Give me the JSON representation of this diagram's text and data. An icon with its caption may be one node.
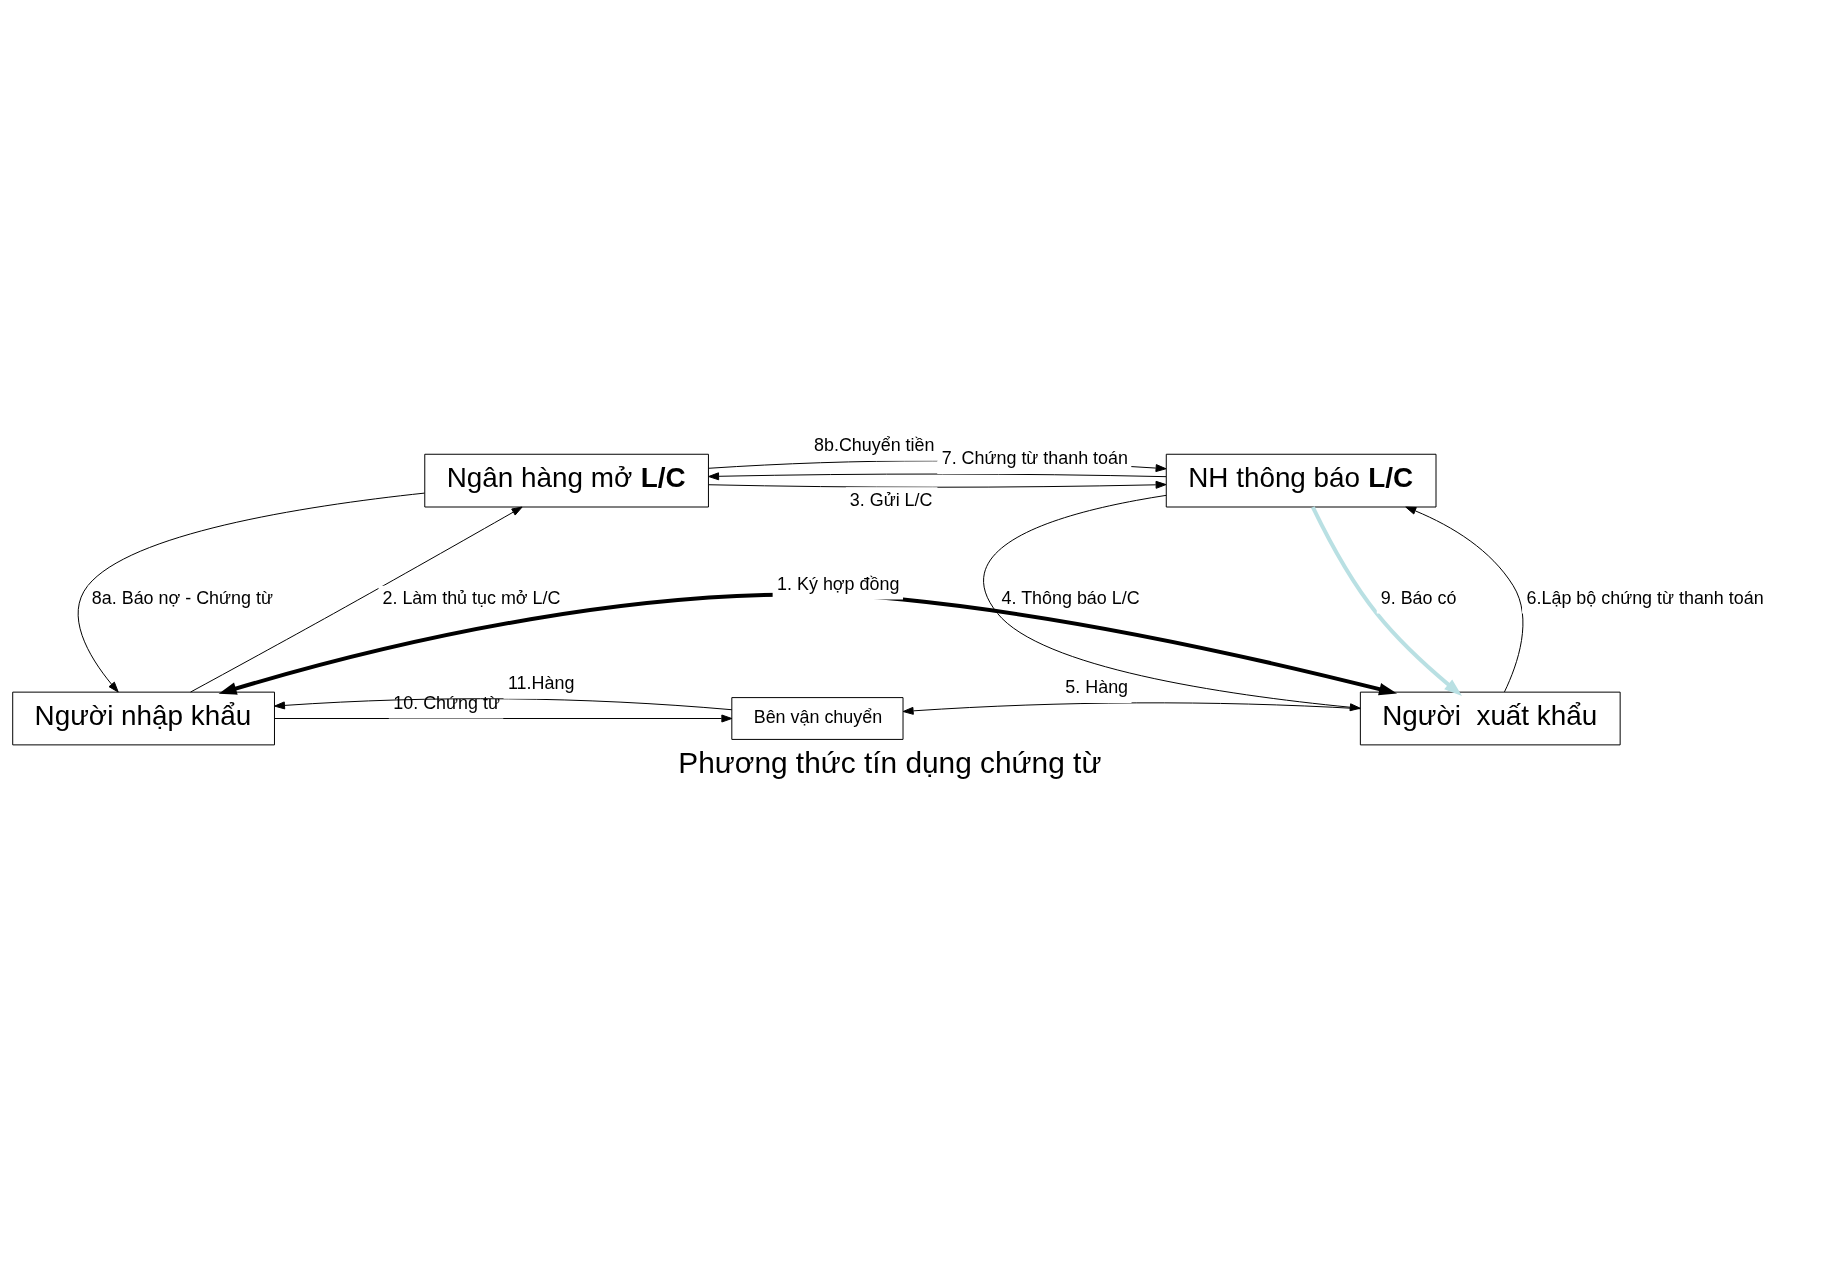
{
  "diagram": {
    "title": "Phương thức tín dụng chứng từ",
    "nodes": [
      {
        "text": [
          "Ngân hàng mở **L/C**"
        ]
      },
      {
        "text": [
          "NH thông báo **L/C**"
        ]
      },
      {
        "text": [
          "Người nhập khẩu"
        ]
      },
      {
        "text": [
          "Bên vận chuyển"
        ]
      },
      {
        "text": [
          "Người  xuất khẩu"
        ]
      }
    ],
    "edges": [
      {
        "from": 0,
        "to": 1,
        "arrow": "to",
        "label": "3. Gửi L/C"
      },
      {
        "from": 1,
        "to": 0,
        "arrow": "to",
        "label": "7. Chứng từ thanh toán"
      },
      {
        "from": 0,
        "to": 1,
        "arrow": "to",
        "label": "8b.Chuyển tiền"
      },
      {
        "from": 2,
        "to": 0,
        "arrow": "to",
        "label": "2. Làm thủ tục mở L/C"
      },
      {
        "from": 0,
        "to": 2,
        "arrow": "to",
        "label": "8a. Báo nợ - Chứng từ"
      },
      {
        "from": 1,
        "to": 4,
        "arrow": "to",
        "label": "4. Thông báo L/C"
      },
      {
        "from": 1,
        "to": 4,
        "arrow": "to",
        "label": "9. Báo có",
        "color": "#b9e0e3",
        "style": "thick"
      },
      {
        "from": 4,
        "to": 1,
        "arrow": "to",
        "label": "6.Lập bộ chứng từ thanh toán"
      },
      {
        "from": 2,
        "to": 3,
        "arrow": "to",
        "label": "10. Chứng từ"
      },
      {
        "from": 3,
        "to": 2,
        "arrow": "to",
        "label": "11.Hàng"
      },
      {
        "from": 4,
        "to": 3,
        "arrow": "to",
        "label": "5. Hàng"
      },
      {
        "from": 2,
        "to": 4,
        "arrow": "both",
        "label": "1. Ký hợp đồng",
        "style": "thick"
      }
    ]
  }
}
